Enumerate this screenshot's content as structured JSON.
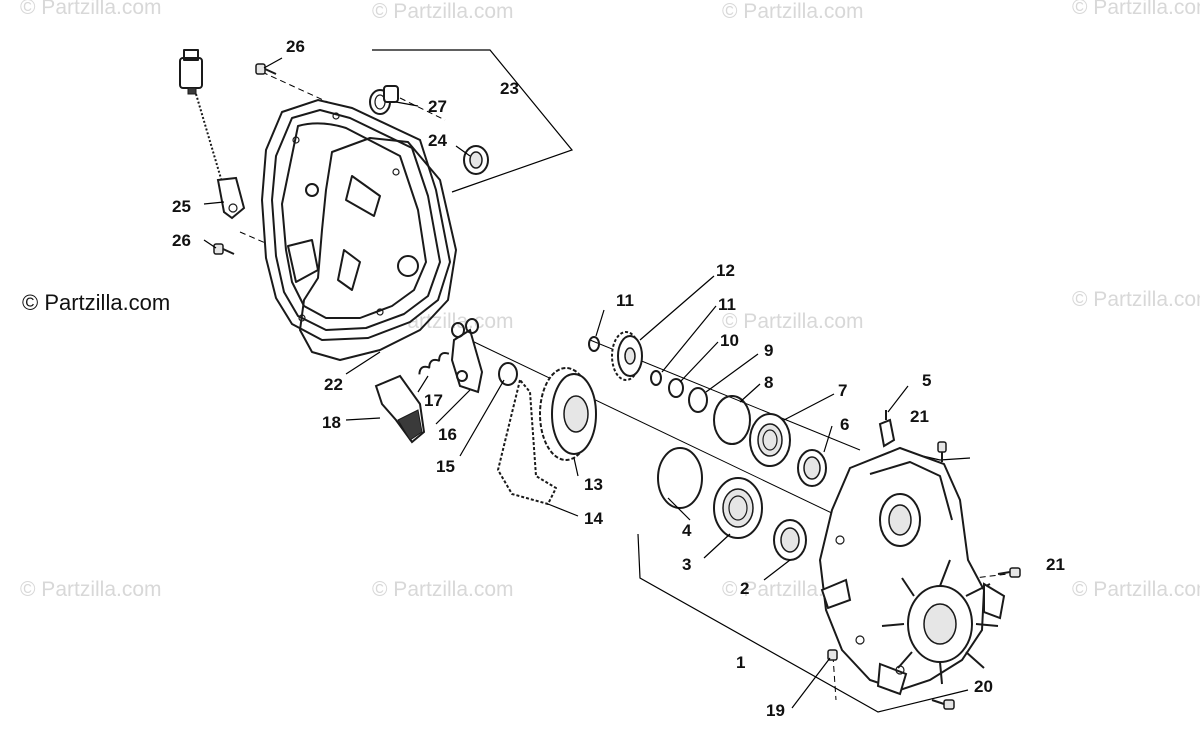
{
  "watermark": {
    "text": "© Partzilla.com",
    "main_text": "© Partzilla.com"
  },
  "callouts": {
    "p1": "1",
    "p2": "2",
    "p3": "3",
    "p4": "4",
    "p5": "5",
    "p6": "6",
    "p7": "7",
    "p8": "8",
    "p9": "9",
    "p10": "10",
    "p11a": "11",
    "p11b": "11",
    "p12": "12",
    "p13": "13",
    "p14": "14",
    "p15": "15",
    "p16": "16",
    "p17": "17",
    "p18": "18",
    "p19": "19",
    "p20": "20",
    "p21a": "21",
    "p21b": "21",
    "p22": "22",
    "p23": "23",
    "p24": "24",
    "p25": "25",
    "p26a": "26",
    "p26b": "26",
    "p27": "27"
  }
}
